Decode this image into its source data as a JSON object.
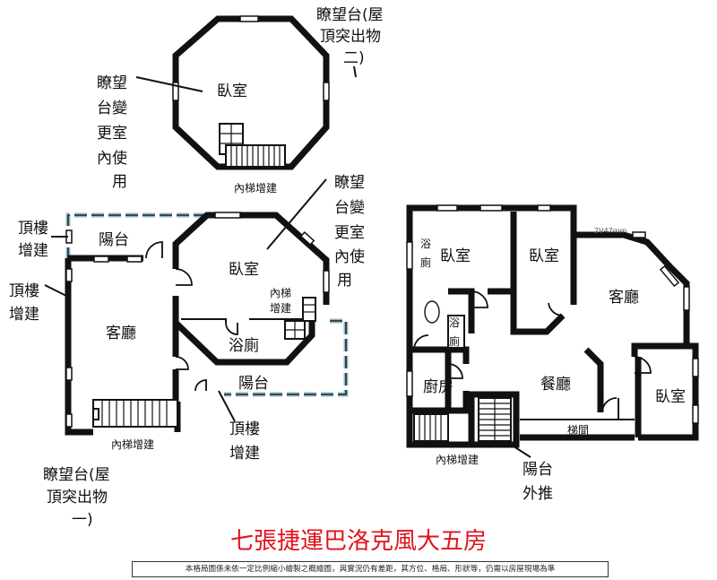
{
  "title": "七張捷運巴洛克風大五房",
  "disclaimer": "本格局圖係未依一定比例縮小繪製之概繪圖，與實況仍有差距，其方位、格局、形狀等，仍需以房屋現場為準",
  "colors": {
    "title": "#e0121b",
    "wall": "#111111",
    "rooftop_dash": "#8fb9cc"
  },
  "top_octagon": {
    "room": "臥室",
    "callout_name": [
      "瞭望台(屋",
      "頂突出物",
      "二)"
    ],
    "callout_change": [
      "瞭望",
      "台變",
      "更室",
      "內使",
      "用"
    ],
    "stair_label": "內梯增建"
  },
  "left_plan": {
    "rooftop_addition_1": [
      "頂樓",
      "增建"
    ],
    "rooftop_addition_2": [
      "頂樓",
      "增建"
    ],
    "rooftop_addition_3": [
      "頂樓",
      "增建"
    ],
    "balcony_top": "陽台",
    "living_room": "客廳",
    "bedroom": "臥室",
    "bathroom": "浴廁",
    "balcony_bottom": "陽台",
    "inner_stair_small": [
      "內梯",
      "增建"
    ],
    "callout_change": [
      "瞭望",
      "台變",
      "更室",
      "內使",
      "用"
    ],
    "stair_label": "內梯增建",
    "callout_name": [
      "瞭望台(屋",
      "頂突出物",
      "一)"
    ]
  },
  "right_plan": {
    "bath_bedroom_bath": [
      "浴",
      "廁"
    ],
    "bedroom_1": "臥室",
    "bedroom_2": "臥室",
    "living_room": "客廳",
    "bath_small": [
      "浴",
      "廁"
    ],
    "kitchen": "廚房",
    "dining_room": "餐廳",
    "bedroom_3": "臥室",
    "stair_hall": "梯間",
    "stair_label": "內梯增建",
    "balcony_push": [
      "陽台",
      "外推"
    ],
    "dimension_note": "2V47mm"
  }
}
